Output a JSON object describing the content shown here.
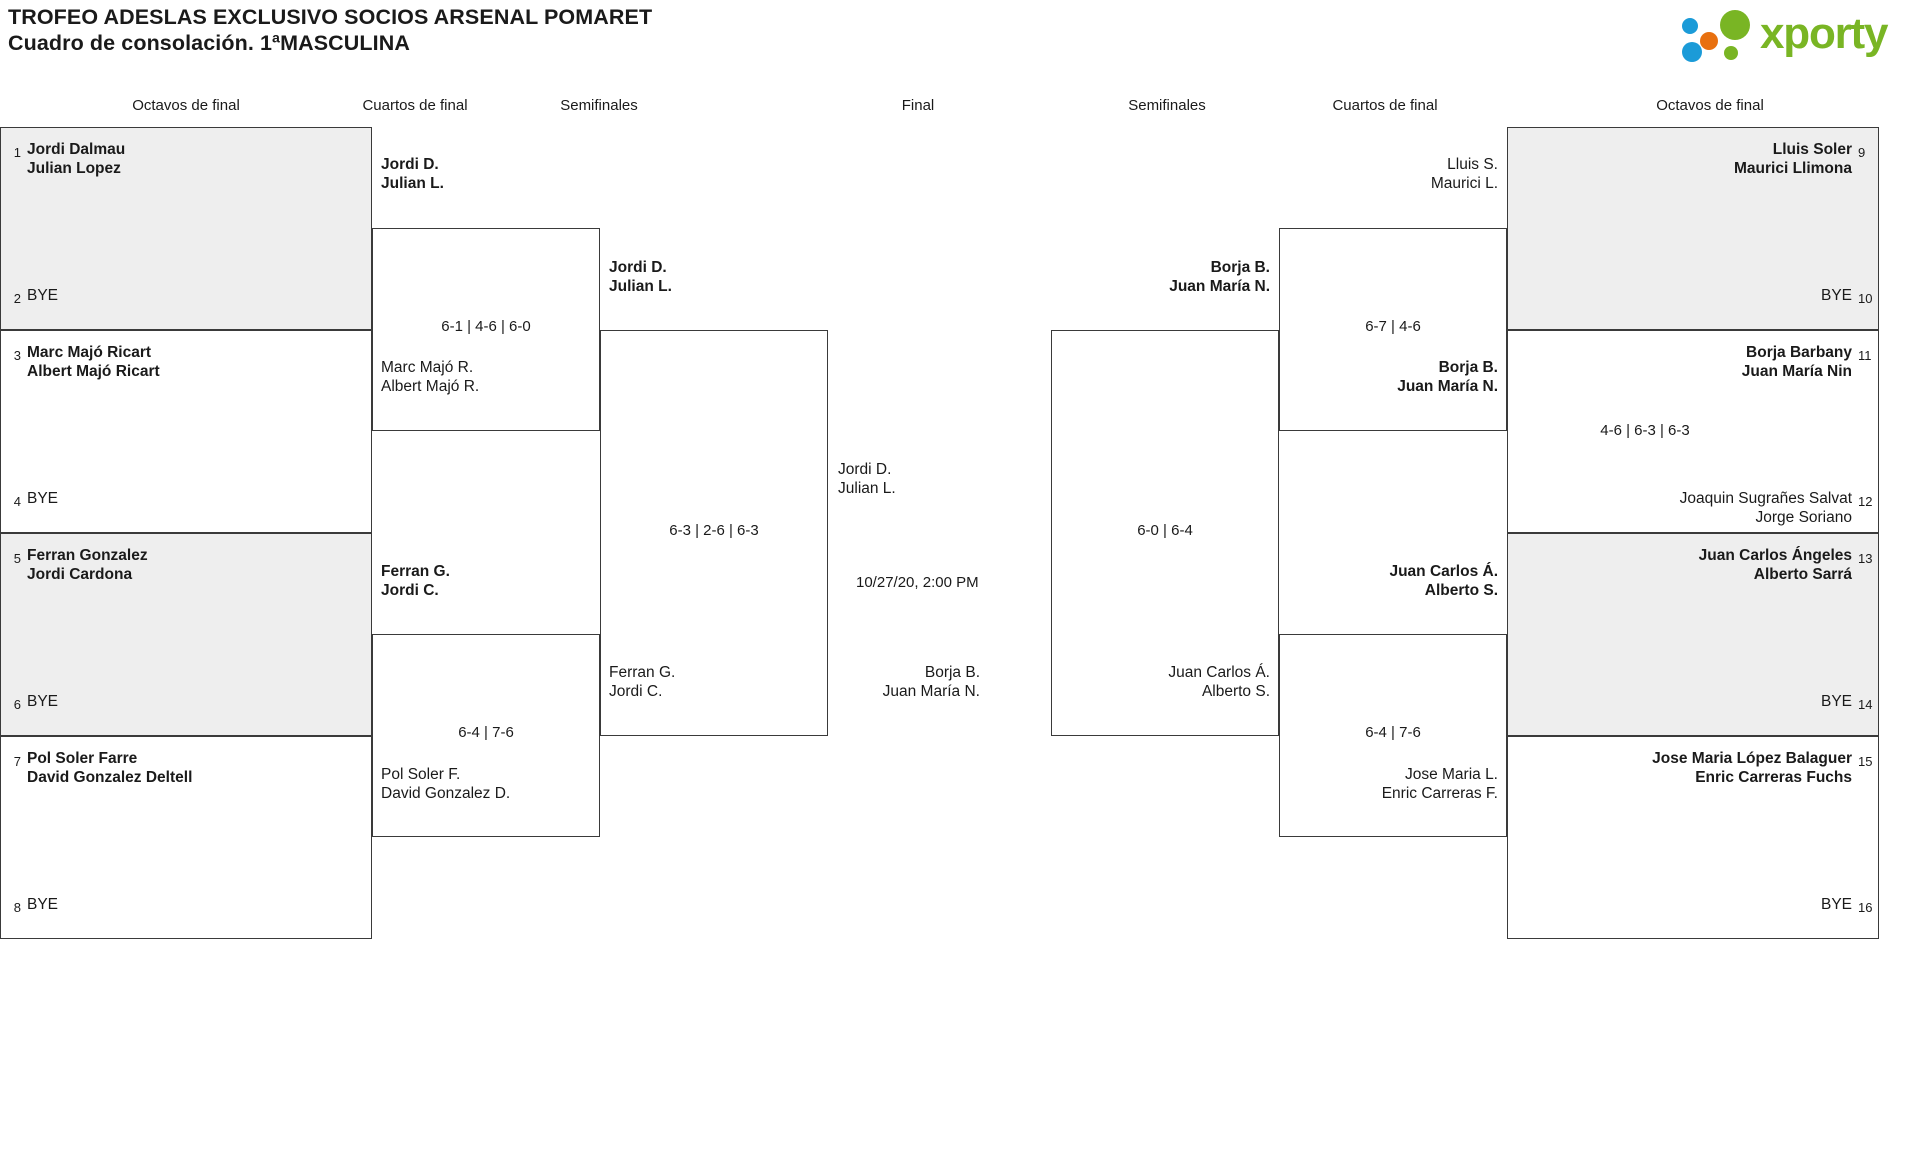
{
  "header": {
    "title_line1": "TROFEO ADESLAS EXCLUSIVO SOCIOS ARSENAL POMARET",
    "title_line2": "Cuadro de consolación. 1ªMASCULINA",
    "logo_text": "xporty",
    "logo_colors": {
      "green": "#79b524",
      "blue": "#1b9bd8",
      "orange": "#e8700f"
    }
  },
  "rounds": {
    "r16_left": "Octavos de final",
    "qf_left": "Cuartos de final",
    "sf_left": "Semifinales",
    "final": "Final",
    "sf_right": "Semifinales",
    "qf_right": "Cuartos de final",
    "r16_right": "Octavos de final"
  },
  "r16_left": [
    {
      "seed": "1",
      "line1": "Jordi Dalmau",
      "line2": "Julian Lopez",
      "winner": true
    },
    {
      "seed": "2",
      "line1": "BYE",
      "line2": "",
      "winner": false
    },
    {
      "seed": "3",
      "line1": "Marc Majó Ricart",
      "line2": "Albert Majó Ricart",
      "winner": true
    },
    {
      "seed": "4",
      "line1": "BYE",
      "line2": "",
      "winner": false
    },
    {
      "seed": "5",
      "line1": "Ferran Gonzalez",
      "line2": "Jordi Cardona",
      "winner": true
    },
    {
      "seed": "6",
      "line1": "BYE",
      "line2": "",
      "winner": false
    },
    {
      "seed": "7",
      "line1": "Pol Soler Farre",
      "line2": "David Gonzalez Deltell",
      "winner": true
    },
    {
      "seed": "8",
      "line1": "BYE",
      "line2": "",
      "winner": false
    }
  ],
  "r16_right": [
    {
      "seed": "9",
      "line1": "Lluis Soler",
      "line2": "Maurici Llimona",
      "winner": true
    },
    {
      "seed": "10",
      "line1": "BYE",
      "line2": "",
      "winner": false
    },
    {
      "seed": "11",
      "line1": "Borja Barbany",
      "line2": "Juan María Nin",
      "winner": true
    },
    {
      "seed": "12",
      "line1": "Joaquin Sugrañes Salvat",
      "line2": "Jorge Soriano",
      "winner": false
    },
    {
      "seed": "13",
      "line1": "Juan Carlos Ángeles",
      "line2": "Alberto Sarrá",
      "winner": true
    },
    {
      "seed": "14",
      "line1": "BYE",
      "line2": "",
      "winner": false
    },
    {
      "seed": "15",
      "line1": "Jose Maria López Balaguer",
      "line2": "Enric Carreras Fuchs",
      "winner": true
    },
    {
      "seed": "16",
      "line1": "BYE",
      "line2": "",
      "winner": false
    }
  ],
  "scores": {
    "r16_right_11_12": "4-6 | 6-3 | 6-3",
    "qf_left_top": "6-1 | 4-6 | 6-0",
    "qf_left_bottom": "6-4 | 7-6",
    "qf_right_top": "6-7 | 4-6",
    "qf_right_bottom": "6-4 | 7-6",
    "sf_left": "6-3 | 2-6 | 6-3",
    "sf_right": "6-0 | 6-4"
  },
  "qf_left": {
    "m1_top": {
      "line1": "Jordi D.",
      "line2": "Julian L.",
      "winner": true
    },
    "m1_bottom": {
      "line1": "Marc Majó R.",
      "line2": "Albert Majó R.",
      "winner": false
    },
    "m2_top": {
      "line1": "Ferran G.",
      "line2": "Jordi C.",
      "winner": true
    },
    "m2_bottom": {
      "line1": "Pol Soler F.",
      "line2": "David Gonzalez D.",
      "winner": false
    }
  },
  "qf_right": {
    "m1_top": {
      "line1": "Lluis S.",
      "line2": "Maurici L.",
      "winner": false
    },
    "m1_bottom": {
      "line1": "Borja B.",
      "line2": "Juan María N.",
      "winner": true
    },
    "m2_top": {
      "line1": "Juan Carlos Á.",
      "line2": "Alberto S.",
      "winner": true
    },
    "m2_bottom": {
      "line1": "Jose Maria L.",
      "line2": "Enric Carreras F.",
      "winner": false
    }
  },
  "sf_left": {
    "top": {
      "line1": "Jordi D.",
      "line2": "Julian L.",
      "winner": true
    },
    "bottom": {
      "line1": "Ferran G.",
      "line2": "Jordi C.",
      "winner": false
    }
  },
  "sf_right": {
    "top": {
      "line1": "Borja B.",
      "line2": "Juan María N.",
      "winner": true
    },
    "bottom": {
      "line1": "Juan Carlos Á.",
      "line2": "Alberto S.",
      "winner": false
    }
  },
  "final": {
    "top": {
      "line1": "Jordi D.",
      "line2": "Julian L."
    },
    "bottom": {
      "line1": "Borja B.",
      "line2": "Juan María N."
    },
    "datetime": "10/27/20, 2:00 PM"
  }
}
